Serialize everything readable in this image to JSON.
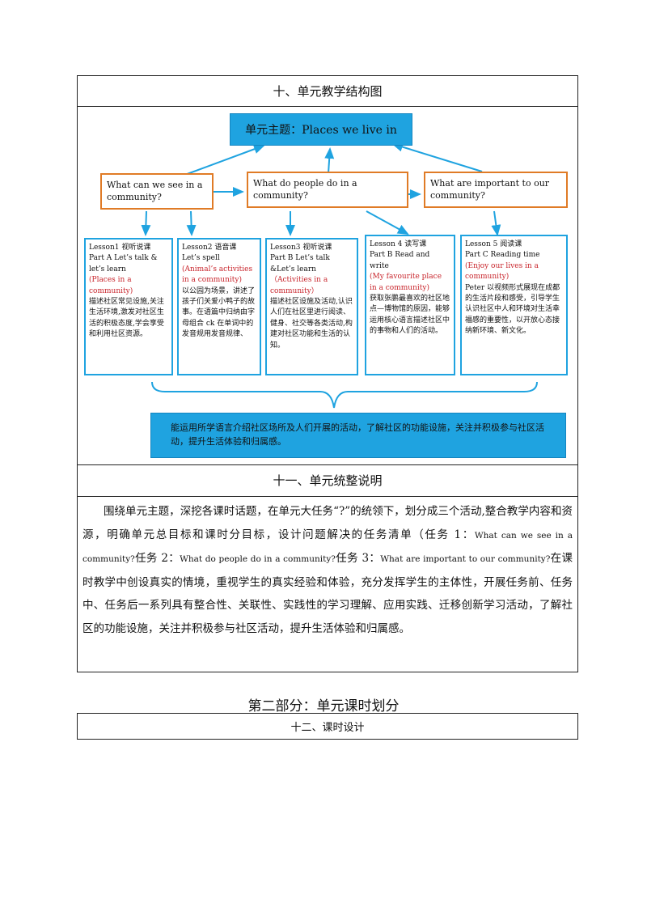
{
  "section10": {
    "title": "十、单元教学结构图"
  },
  "diagram": {
    "theme": "单元主题：Places we live in",
    "questions": [
      "What can we see in a community?",
      "What do people do in a community?",
      "What are important to our community?"
    ],
    "lessons": [
      {
        "l1": "Lesson1 视听说课",
        "l2": "Part A Let’s talk &",
        "l3": "let’s learn",
        "red": "(Places in a community)",
        "desc": "描述社区常见设施,关注生活环境,激发对社区生活的积极态度,学会享受和利用社区资源。"
      },
      {
        "l1": "Lesson2 语音课",
        "l2": "Let’s spell",
        "l3": "",
        "red": "(Animal’s activities in a community)",
        "desc": "以公园为场景，讲述了孩子们关爱小鸭子的故事。在语篇中归纳由字母组合 ck 在单词中的发音规用发音规律、"
      },
      {
        "l1": "Lesson3 视听说课",
        "l2": "Part B Let’s talk",
        "l3": "&Let’s learn",
        "red": "（Activities in a community）",
        "desc": "描述社区设施及活动,认识人们在社区里进行阅读、健身、社交等各类活动,构建对社区功能和生活的认知。"
      },
      {
        "l1": "Lesson 4 读写课",
        "l2": "Part B Read and write",
        "l3": "",
        "red": "(My favourite place in a community)",
        "desc": "获取张鹏最喜欢的社区地点—博物馆的原因，能够运用核心语言描述社区中的事物和人们的活动。"
      },
      {
        "l1": "Lesson 5 阅读课",
        "l2": "Part C Reading time",
        "l3": "",
        "red": "(Enjoy our lives in a community)",
        "desc": "Peter 以视频形式展现在成都的生活片段和感受，引导学生认识社区中人和环境对生活幸福感的重要性，以开放心态接纳新环境、新文化。"
      }
    ],
    "goal": "能运用所学语言介绍社区场所及人们开展的活动，了解社区的功能设施，关注并积极参与社区活动，提升生活体验和归属感。"
  },
  "section11": {
    "title": "十一、单元统整说明",
    "p1": "围绕单元主题，深挖各课时话题，在单元大任务“?”的统领下，划分成三个活动,整合教学内容和资源，明确单元总目标和课时分目标，设计问题解决的任务清单（任务 1：",
    "e1": "What can we see in a community?",
    "p2": "任务 2：",
    "e2": "What do people do in a community?",
    "p3": "任务 3：",
    "e3": "What are important to our community?",
    "p4": "在课时教学中创设真实的情境，重视学生的真实经验和体验，充分发挥学生的主体性，开展任务前、任务中、任务后一系列具有整合性、关联性、实践性的学习理解、应用实践、迁移创新学习活动，了解社区的功能设施，关注并积极参与社区活动，提升生活体验和归属感。"
  },
  "part2": {
    "title": "第二部分：单元课时划分"
  },
  "section12": {
    "title": "十二、课时设计"
  }
}
